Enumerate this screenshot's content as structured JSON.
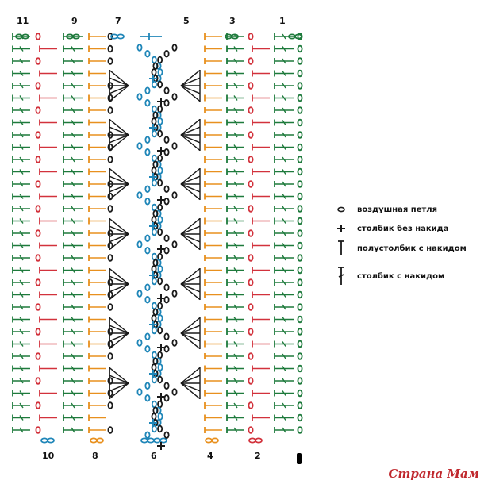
{
  "row_numbers_top": [
    "11",
    "9",
    "7",
    "5",
    "3",
    "1"
  ],
  "row_numbers_bottom": [
    "10",
    "8",
    "6",
    "4",
    "2"
  ],
  "legend": [
    {
      "symbol": "chain-icon",
      "label": "воздушная петля"
    },
    {
      "symbol": "plus-icon",
      "label": "столбик без накида"
    },
    {
      "symbol": "t-icon",
      "label": "полустолбик с накидом"
    },
    {
      "symbol": "dc-icon",
      "label": "столбик с накидом"
    }
  ],
  "watermark": "Страна Мам",
  "colors": {
    "green": "#1e7a3c",
    "red": "#d2323c",
    "orange": "#e8901e",
    "blue": "#1f86b8",
    "dark": "#1a1a1a"
  }
}
